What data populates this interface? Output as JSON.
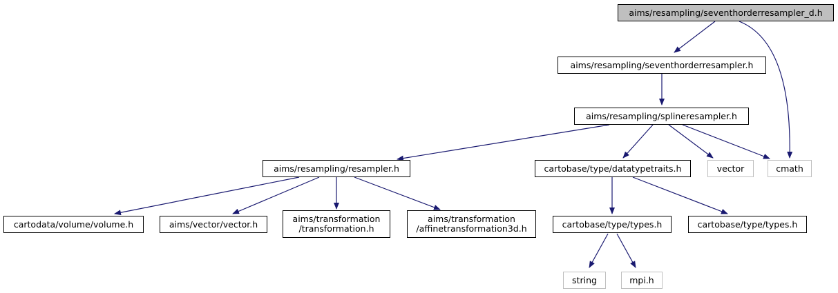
{
  "colors": {
    "edge": "#191970",
    "node_border": "#000000",
    "external_border": "#bfbfbf",
    "root_fill": "#bfbfbf"
  },
  "nodes": {
    "root": "aims/resampling/seventhorderresampler_d.h",
    "seventh": "aims/resampling/seventhorderresampler.h",
    "spline": "aims/resampling/splineresampler.h",
    "resampler": "aims/resampling/resampler.h",
    "datatypetraits": "cartobase/type/datatypetraits.h",
    "vector_ext": "vector",
    "cmath_ext": "cmath",
    "volume": "cartodata/volume/volume.h",
    "aimsvector": "aims/vector/vector.h",
    "transformation_l1": "aims/transformation",
    "transformation_l2": "/transformation.h",
    "affine_l1": "aims/transformation",
    "affine_l2": "/affinetransformation3d.h",
    "types1": "cartobase/type/types.h",
    "types2": "cartobase/type/types.h",
    "string_ext": "string",
    "mpi_ext": "mpi.h"
  }
}
